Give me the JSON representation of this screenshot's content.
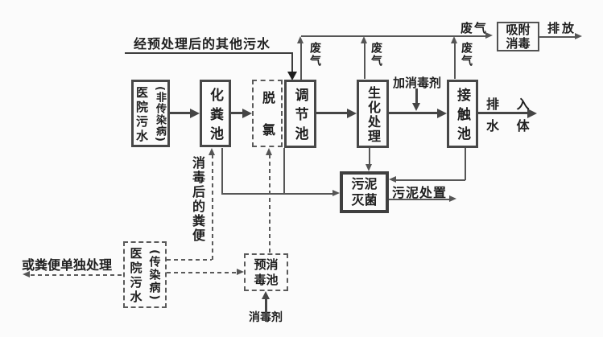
{
  "colors": {
    "background": "#fbfbfb",
    "line": "#4a4a4a",
    "text": "#1e1e1e"
  },
  "labels": {
    "pretreated_other_sewage": "经预处理后的其他污水",
    "waste_gas_regulating": "废气",
    "waste_gas_biochemical": "废气",
    "waste_gas_contact": "废气",
    "waste_gas_top": "废气",
    "emission": "排放",
    "add_disinfectant": "加消毒剂",
    "discharge_line1": "排 入",
    "discharge_line2": "水 体",
    "sludge_disposal": "污泥处置",
    "disinfected_feces": "消毒后的粪便",
    "or_feces_separate_treatment": "或粪便单独处理",
    "disinfectant": "消毒剂"
  },
  "boxes": {
    "hospital_sewage_noninfectious": {
      "main": "医院污水",
      "note": "(非传染病)"
    },
    "septic_tank": {
      "label": "化粪池"
    },
    "dechlorination": {
      "label": "脱氯"
    },
    "regulating_tank": {
      "label": "调节池"
    },
    "biochemical_treatment": {
      "label": "生化处理"
    },
    "contact_tank": {
      "label": "接触池"
    },
    "adsorption_disinfection": {
      "line1": "吸附",
      "line2": "消毒"
    },
    "sludge_sterilization": {
      "line1": "污泥",
      "line2": "灭菌"
    },
    "hospital_sewage_infectious": {
      "main": "医院污水",
      "note": "(传染病)"
    },
    "pre_disinfection_tank": {
      "line1": "预消",
      "line2": "毒池"
    }
  }
}
